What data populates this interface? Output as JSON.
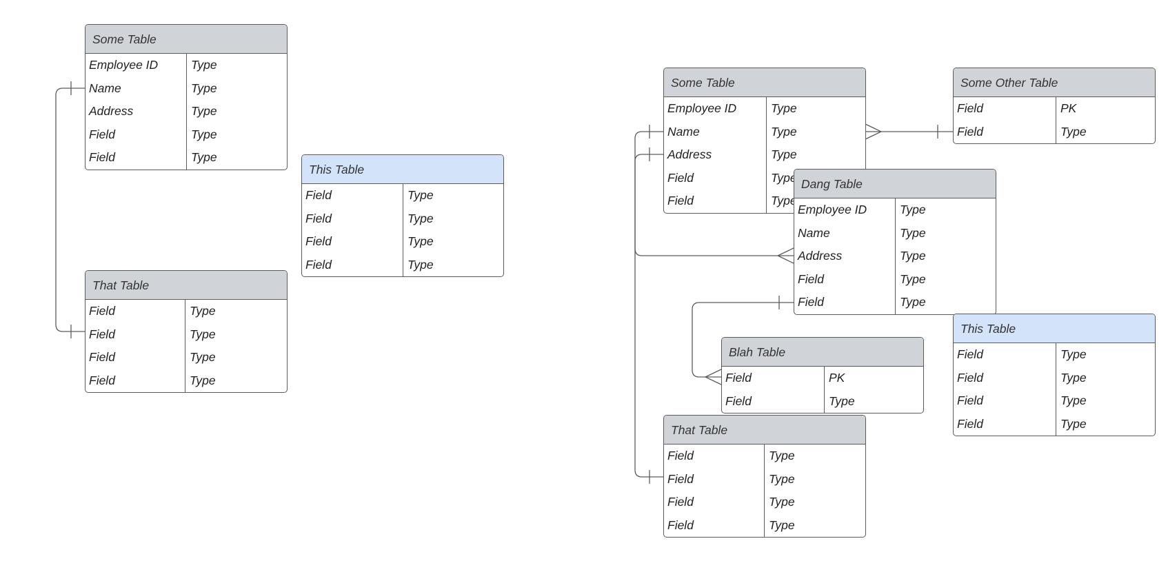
{
  "tables": {
    "left_some": {
      "title": "Some Table",
      "rows": [
        [
          "Employee ID",
          "Type"
        ],
        [
          "Name",
          "Type"
        ],
        [
          "Address",
          "Type"
        ],
        [
          "Field",
          "Type"
        ],
        [
          "Field",
          "Type"
        ]
      ]
    },
    "left_this": {
      "title": "This Table",
      "rows": [
        [
          "Field",
          "Type"
        ],
        [
          "Field",
          "Type"
        ],
        [
          "Field",
          "Type"
        ],
        [
          "Field",
          "Type"
        ]
      ]
    },
    "left_that": {
      "title": "That Table",
      "rows": [
        [
          "Field",
          "Type"
        ],
        [
          "Field",
          "Type"
        ],
        [
          "Field",
          "Type"
        ],
        [
          "Field",
          "Type"
        ]
      ]
    },
    "right_some": {
      "title": "Some Table",
      "rows": [
        [
          "Employee ID",
          "Type"
        ],
        [
          "Name",
          "Type"
        ],
        [
          "Address",
          "Type"
        ],
        [
          "Field",
          "Type"
        ],
        [
          "Field",
          "Type"
        ]
      ]
    },
    "right_other": {
      "title": "Some Other Table",
      "rows": [
        [
          "Field",
          "PK"
        ],
        [
          "Field",
          "Type"
        ]
      ]
    },
    "right_dang": {
      "title": "Dang Table",
      "rows": [
        [
          "Employee ID",
          "Type"
        ],
        [
          "Name",
          "Type"
        ],
        [
          "Address",
          "Type"
        ],
        [
          "Field",
          "Type"
        ],
        [
          "Field",
          "Type"
        ]
      ]
    },
    "right_this": {
      "title": "This Table",
      "rows": [
        [
          "Field",
          "Type"
        ],
        [
          "Field",
          "Type"
        ],
        [
          "Field",
          "Type"
        ],
        [
          "Field",
          "Type"
        ]
      ]
    },
    "right_blah": {
      "title": "Blah Table",
      "rows": [
        [
          "Field",
          "PK"
        ],
        [
          "Field",
          "Type"
        ]
      ]
    },
    "right_that": {
      "title": "That Table",
      "rows": [
        [
          "Field",
          "Type"
        ],
        [
          "Field",
          "Type"
        ],
        [
          "Field",
          "Type"
        ],
        [
          "Field",
          "Type"
        ]
      ]
    }
  },
  "colors": {
    "header_gray": "#d0d3d8",
    "header_blue": "#d3e3f9",
    "line": "#5a5a5a"
  },
  "relationships": [
    {
      "from": "left_some.Name",
      "to": "left_that.Field[1]",
      "type": "one-to-one"
    },
    {
      "from": "right_some.Name",
      "to": "right_other.Field[1]",
      "type": "many-to-one"
    },
    {
      "from": "right_some.Name",
      "to": "right_that.Field[1]",
      "type": "one-to-one"
    },
    {
      "from": "right_some.Address",
      "to": "right_dang.Address",
      "type": "one-to-many"
    },
    {
      "from": "right_dang.Field[4]",
      "to": "right_blah.Field[0]",
      "type": "one-to-many"
    }
  ]
}
